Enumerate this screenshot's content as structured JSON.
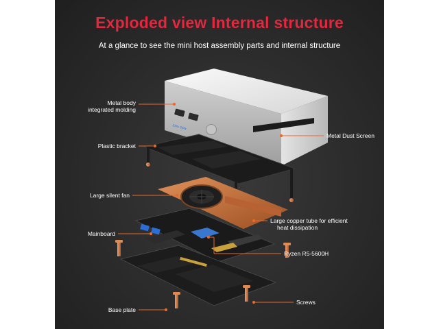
{
  "header": {
    "title": "Exploded view Internal structure",
    "subtitle": "At a glance to see the mini host assembly parts and internal structure"
  },
  "labels": {
    "metal_body_line1": "Metal body",
    "metal_body_line2": "integrated molding",
    "metal_dust_screen": "Metal Dust Screen",
    "plastic_bracket": "Plastic bracket",
    "large_silent_fan": "Large silent fan",
    "copper_tube_line1": "Large copper tube for efficient",
    "copper_tube_line2": "heat dissipation",
    "mainboard": "Mainboard",
    "cpu": "Ryzen R5-5600H",
    "screws": "Screws",
    "base_plate": "Base plate"
  },
  "colors": {
    "title": "#e0283f",
    "leader_line": "#e86a2a",
    "background": "#2b2b2b",
    "copper": "#c9733c"
  }
}
